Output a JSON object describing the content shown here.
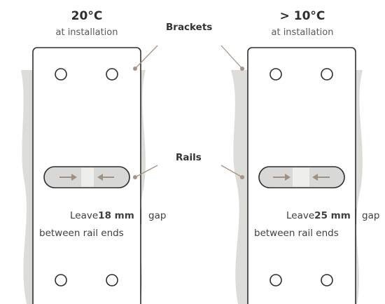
{
  "panels": [
    {
      "temperature": "20°C",
      "condition": "at installation",
      "gap_prefix": "Leave",
      "gap_value": "18 mm",
      "gap_suffix": "gap",
      "gap_line2": "between rail ends"
    },
    {
      "temperature": "> 10°C",
      "condition": "at installation",
      "gap_prefix": "Leave",
      "gap_value": "25 mm",
      "gap_suffix": "gap",
      "gap_line2": "between rail ends"
    }
  ],
  "callouts": {
    "brackets": "Brackets",
    "rails": "Rails"
  },
  "colors": {
    "wall": "#dcdcd8",
    "rail_fill": "#d8d8d6",
    "arrow": "#a09080",
    "leader": "#a89484",
    "outline": "#2e2e2e"
  }
}
